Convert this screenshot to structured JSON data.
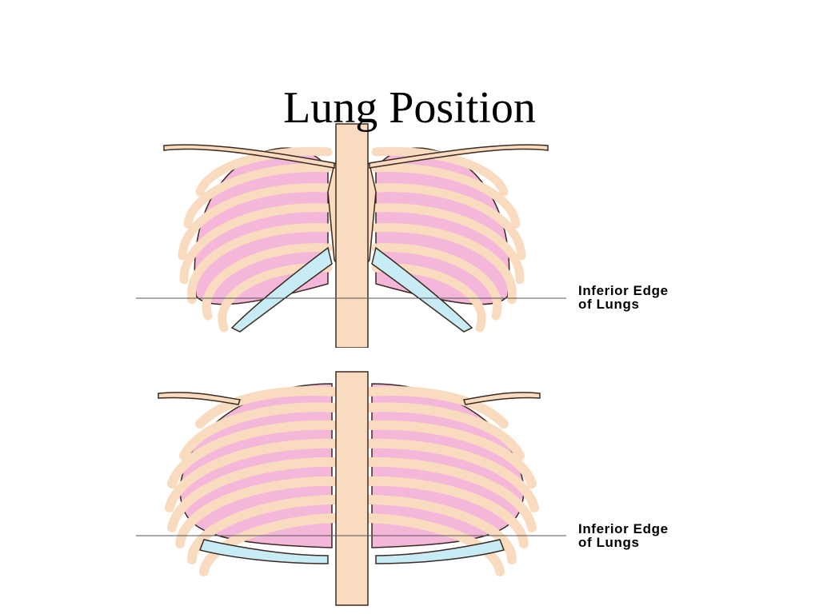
{
  "slide": {
    "title": "Lung Position"
  },
  "figures": [
    {
      "view": "anterior",
      "label_line1": "Inferior Edge",
      "label_line2": "of Lungs"
    },
    {
      "view": "posterior",
      "label_line1": "Inferior Edge",
      "label_line2": "of Lungs"
    }
  ],
  "colors": {
    "bone": "#f9dcc0",
    "bone_outline": "#3a2a20",
    "lung": "#f4b6d9",
    "lung_dark": "#e9a0c8",
    "cartilage": "#c8ecf5",
    "line": "#555555",
    "background": "#ffffff"
  }
}
